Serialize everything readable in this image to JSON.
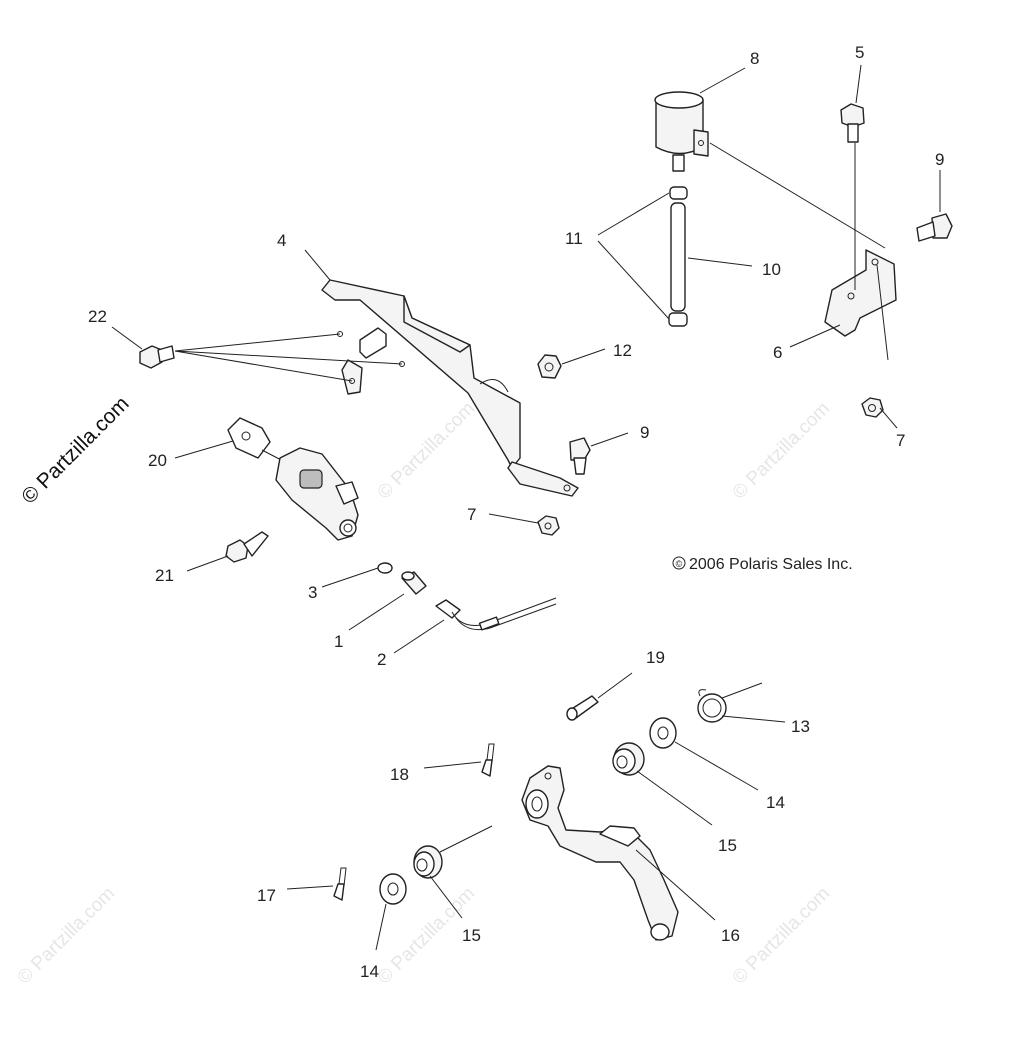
{
  "copyright": "2006 Polaris Sales Inc.",
  "copyright_symbol": "©",
  "watermark": "© Partzilla.com",
  "callouts": {
    "c1": "1",
    "c2": "2",
    "c3": "3",
    "c4": "4",
    "c5": "5",
    "c6": "6",
    "c7a": "7",
    "c7b": "7",
    "c8": "8",
    "c9a": "9",
    "c9b": "9",
    "c10": "10",
    "c11": "11",
    "c12": "12",
    "c13": "13",
    "c14a": "14",
    "c14b": "14",
    "c15a": "15",
    "c15b": "15",
    "c16": "16",
    "c17": "17",
    "c18": "18",
    "c19": "19",
    "c20": "20",
    "c21": "21",
    "c22": "22"
  }
}
